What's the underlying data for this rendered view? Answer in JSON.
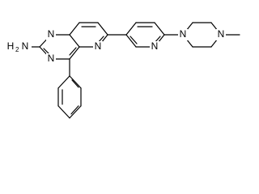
{
  "structure": {
    "atoms": {
      "amine_h": "H",
      "amine_h_count": "2",
      "amine_n": "N",
      "n1": "N",
      "n3": "N",
      "n5": "N",
      "pyridine_n": "N",
      "piperazine_n1": "N",
      "piperazine_n4": "N"
    }
  }
}
